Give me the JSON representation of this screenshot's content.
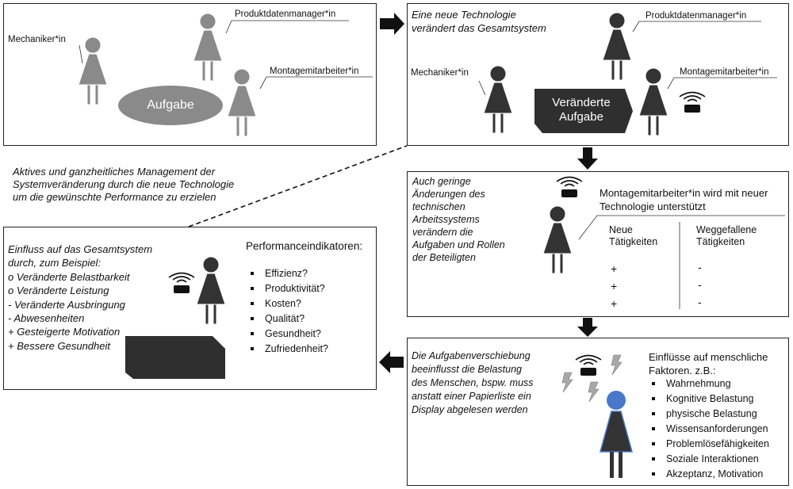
{
  "panel1": {
    "roles": {
      "mechanic": "Mechaniker*in",
      "product_manager": "Produktdatenmanager*in",
      "assembly": "Montagemitarbeiter*in"
    },
    "task": "Aufgabe"
  },
  "panel2": {
    "heading_lines": [
      "Eine neue Technologie",
      "verändert das Gesamtsystem"
    ],
    "roles": {
      "mechanic": "Mechaniker*in",
      "product_manager": "Produktdatenmanager*in",
      "assembly": "Montagemitarbeiter*in"
    },
    "task_lines": [
      "Veränderte",
      "Aufgabe"
    ]
  },
  "management_note_lines": [
    "Aktives und ganzheitliches Management der",
    "Systemveränderung durch die neue Technologie",
    "um die gewünschte Performance zu erzielen"
  ],
  "panel3": {
    "description_lines": [
      "Auch geringe",
      "Änderungen des",
      "technischen",
      "Arbeitssystems",
      "verändern die",
      "Aufgaben und Rollen",
      "der Beteiligten"
    ],
    "statement_lines": [
      "Montagemitarbeiter*in wird mit neuer",
      "Technologie unterstützt"
    ],
    "new_tasks": {
      "header_lines": [
        "Neue",
        "Tätigkeiten"
      ],
      "marks": [
        "+",
        "+",
        "+"
      ]
    },
    "removed_tasks": {
      "header_lines": [
        "Weggefallene",
        "Tätigkeiten"
      ],
      "marks": [
        "-",
        "-",
        "-"
      ]
    }
  },
  "panel4": {
    "description_lines": [
      "Die Aufgabenverschiebung",
      "beeinflusst die Belastung",
      "des Menschen, bspw. muss",
      "anstatt einer Papierliste ein",
      "Display abgelesen werden"
    ],
    "factors_title_lines": [
      "Einflüsse auf menschliche",
      "Faktoren. z.B.:"
    ],
    "factors": [
      "Wahrnehmung",
      "Kognitive Belastung",
      "physische Belastung",
      "Wissensanforderungen",
      "Problemlösefähigkeiten",
      "Soziale Interaktionen",
      "Akzeptanz, Motivation"
    ]
  },
  "panel5": {
    "influence_lines": [
      "Einfluss auf das Gesamtsystem",
      "durch, zum Beispiel:",
      "o Veränderte Belastbarkeit",
      "o Veränderte Leistung",
      "- Veränderte Ausbringung",
      "- Abwesenheiten",
      "+ Gesteigerte Motivation",
      "+ Bessere Gesundheit"
    ],
    "kpi_title": "Performanceindikatoren:",
    "kpis": [
      "Effizienz?",
      "Produktivität?",
      "Kosten?",
      "Qualität?",
      "Gesundheit?",
      "Zufriedenheit?"
    ]
  },
  "colors": {
    "light_figure": "#8a8a8a",
    "dark_figure": "#333333",
    "highlight_figure": "#4a78c8",
    "dark_shape": "#2f2f2f",
    "task_ellipse": "#8a8a8a"
  },
  "icons": [
    "person-icon",
    "wireless-device-icon",
    "lightning-icon",
    "arrow-right-icon",
    "arrow-down-icon",
    "arrow-left-icon"
  ]
}
